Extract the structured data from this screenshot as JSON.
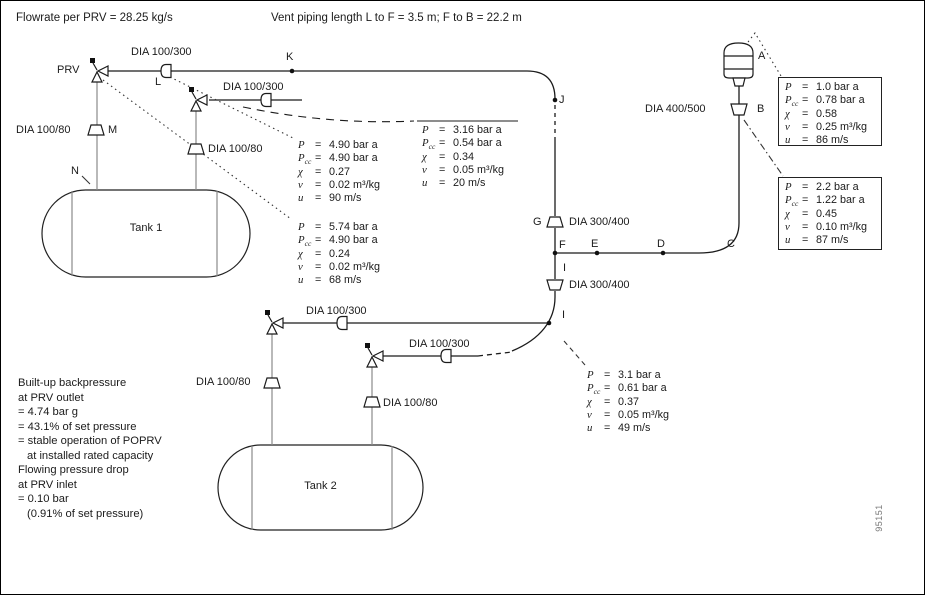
{
  "header": {
    "flowrate": "Flowrate per PRV = 28.25 kg/s",
    "vent_length": "Vent piping length L to F = 3.5 m; F to B = 22.2 m"
  },
  "sym": {
    "eq": "="
  },
  "labels": {
    "prv": "PRV",
    "tank1": "Tank 1",
    "tank2": "Tank 2",
    "fig_no": "95151"
  },
  "points": {
    "a": "A",
    "b": "B",
    "c": "C",
    "d": "D",
    "e": "E",
    "f": "F",
    "g": "G",
    "i_upper": "I",
    "i_lower": "I",
    "j": "J",
    "k": "K",
    "l": "L",
    "m": "M",
    "n": "N"
  },
  "dia": {
    "d1": "DIA 100/300",
    "d2": "DIA 100/300",
    "d3": "DIA 100/80",
    "d4": "DIA 100/80",
    "d5": "DIA 400/500",
    "d6": "DIA 300/400",
    "d7": "DIA 300/400",
    "d8": "DIA 100/300",
    "d9": "DIA 100/300",
    "d10": "DIA 100/80",
    "d11": "DIA 100/80"
  },
  "boxes": {
    "b1": {
      "rows": [
        {
          "v": "P",
          "val": "4.90 bar a"
        },
        {
          "v": "P",
          "sub": "cc",
          "val": "4.90 bar a"
        },
        {
          "v": "χ",
          "val": "0.27"
        },
        {
          "v": "v",
          "val": "0.02 m³/kg"
        },
        {
          "v": "u",
          "val": "90 m/s"
        }
      ]
    },
    "b2": {
      "rows": [
        {
          "v": "P",
          "val": "3.16 bar a"
        },
        {
          "v": "P",
          "sub": "cc",
          "val": "0.54 bar a"
        },
        {
          "v": "χ",
          "val": "0.34"
        },
        {
          "v": "v",
          "val": "0.05 m³/kg"
        },
        {
          "v": "u",
          "val": "20 m/s"
        }
      ]
    },
    "b3": {
      "rows": [
        {
          "v": "P",
          "val": "5.74 bar a"
        },
        {
          "v": "P",
          "sub": "cc",
          "val": "4.90 bar a"
        },
        {
          "v": "χ",
          "val": "0.24"
        },
        {
          "v": "v",
          "val": "0.02 m³/kg"
        },
        {
          "v": "u",
          "val": "68 m/s"
        }
      ]
    },
    "b4": {
      "rows": [
        {
          "v": "P",
          "val": "1.0 bar a"
        },
        {
          "v": "P",
          "sub": "cc",
          "val": "0.78 bar a"
        },
        {
          "v": "χ",
          "val": "0.58"
        },
        {
          "v": "v",
          "val": "0.25 m³/kg"
        },
        {
          "v": "u",
          "val": "86 m/s"
        }
      ]
    },
    "b5": {
      "rows": [
        {
          "v": "P",
          "val": "2.2 bar a"
        },
        {
          "v": "P",
          "sub": "cc",
          "val": "1.22 bar a"
        },
        {
          "v": "χ",
          "val": "0.45"
        },
        {
          "v": "v",
          "val": "0.10 m³/kg"
        },
        {
          "v": "u",
          "val": "87 m/s"
        }
      ]
    },
    "b6": {
      "rows": [
        {
          "v": "P",
          "val": "3.1 bar a"
        },
        {
          "v": "P",
          "sub": "cc",
          "val": "0.61 bar a"
        },
        {
          "v": "χ",
          "val": "0.37"
        },
        {
          "v": "v",
          "val": "0.05 m³/kg"
        },
        {
          "v": "u",
          "val": "49 m/s"
        }
      ]
    }
  },
  "notes": {
    "l1": "Built-up backpressure",
    "l2": "at PRV outlet",
    "l3": "= 4.74 bar g",
    "l4": "= 43.1% of set pressure",
    "l5": "= stable operation of POPRV",
    "l6": "at installed rated capacity",
    "l7": "Flowing pressure drop",
    "l8": "at PRV inlet",
    "l9": "= 0.10 bar",
    "l10": "(0.91% of set pressure)"
  }
}
